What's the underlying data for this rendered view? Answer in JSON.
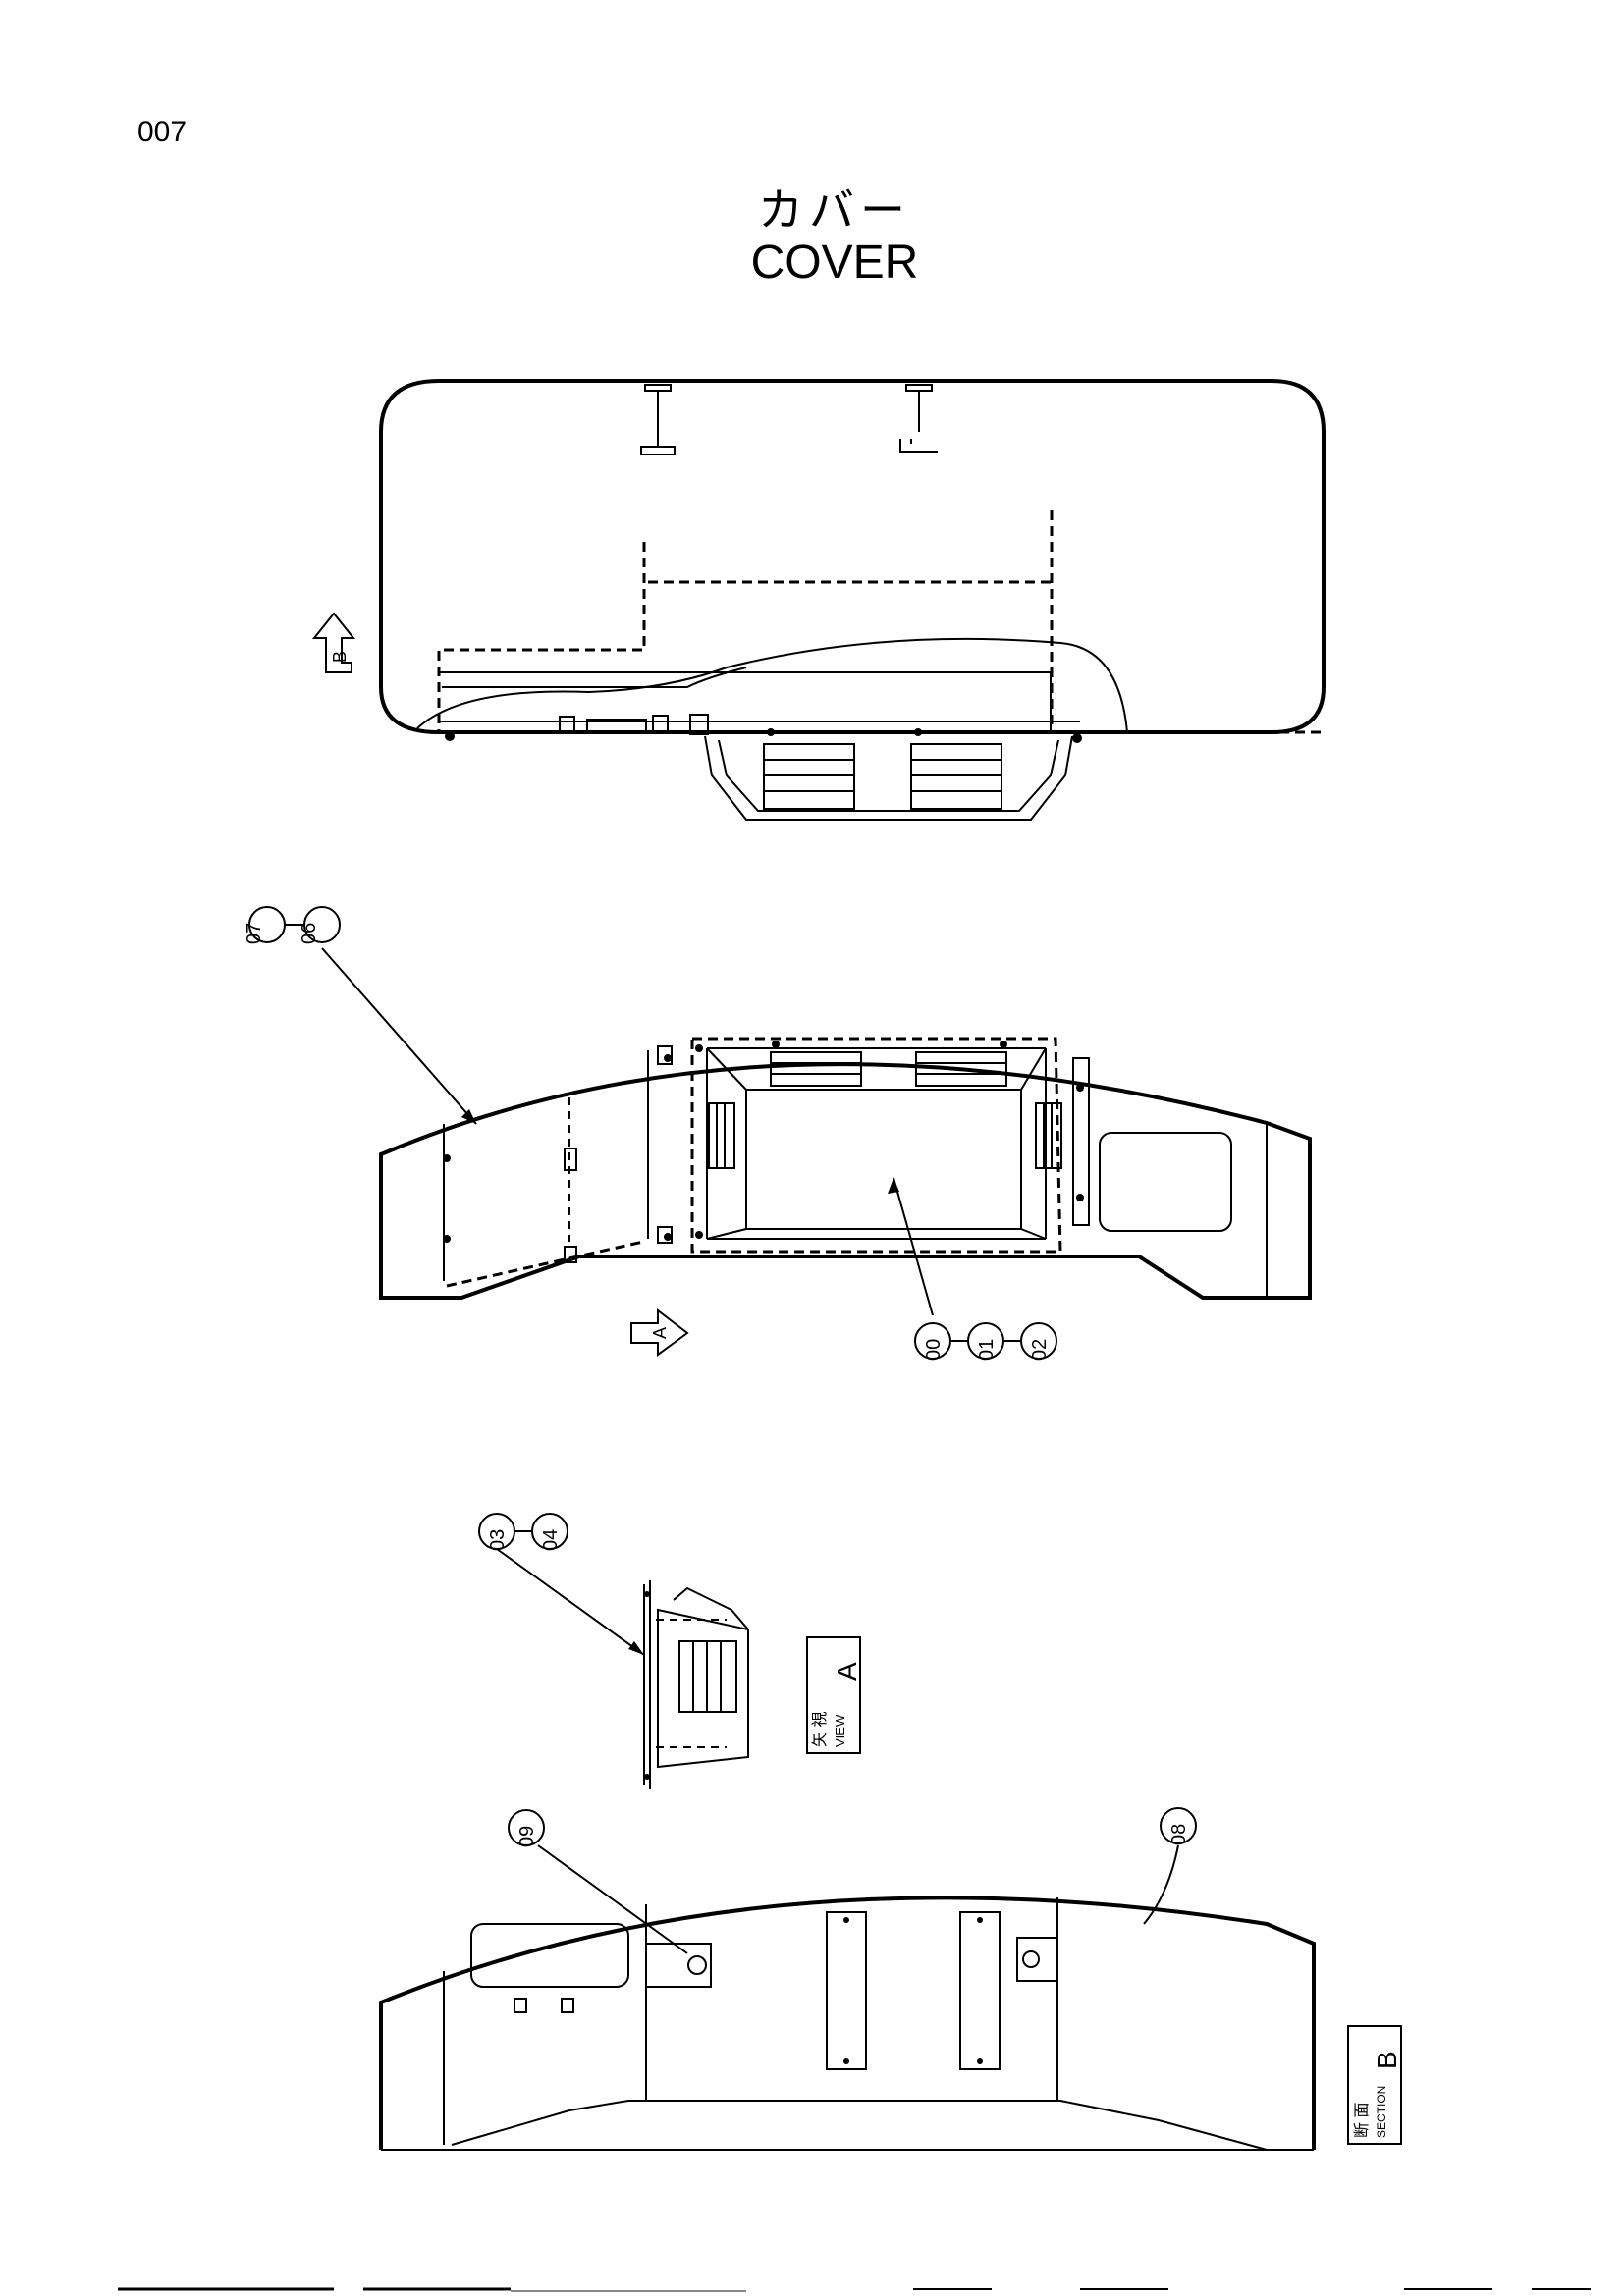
{
  "page": {
    "number": "007"
  },
  "title": {
    "jp": "カバー",
    "en": "COVER"
  },
  "callouts": {
    "c00": "00",
    "c01": "01",
    "c02": "02",
    "c03": "03",
    "c04": "04",
    "c06": "06",
    "c07": "07",
    "c08": "08",
    "c09": "09"
  },
  "view_marks": {
    "arrow_a": "A",
    "arrow_b": "B"
  },
  "view_labels": {
    "view_a": {
      "jp": "矢 視",
      "en": "VIEW",
      "letter": "A"
    },
    "section_b": {
      "jp": "断 面",
      "en": "SECTION",
      "letter": "B"
    }
  }
}
